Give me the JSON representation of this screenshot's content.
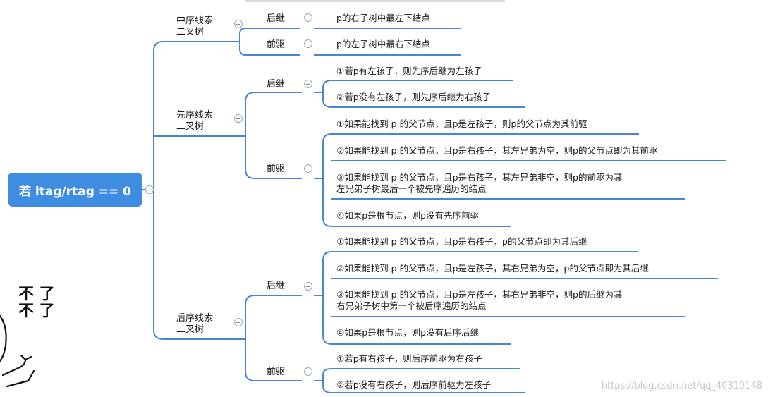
{
  "root": "若 ltag/rtag == 0",
  "branches": [
    {
      "label": "中序线索\n二叉树",
      "children": [
        {
          "label": "后继",
          "leaves": [
            "p的右子树中最左下结点"
          ]
        },
        {
          "label": "前驱",
          "leaves": [
            "p的左子树中最右下结点"
          ]
        }
      ]
    },
    {
      "label": "先序线索\n二叉树",
      "children": [
        {
          "label": "后继",
          "leaves": [
            "①若p有左孩子，则先序后继为左孩子",
            "②若p没有左孩子，则先序后继为右孩子"
          ]
        },
        {
          "label": "前驱",
          "leaves": [
            "①如果能找到 p 的父节点，且p是左孩子，则p的父节点为其前驱",
            "②如果能找到 p 的父节点，且p是右孩子，其左兄弟为空，则p的父节点即为其前驱",
            "③如果能找到 p 的父节点，且p是右孩子，其左兄弟非空，则p的前驱为其\n左兄弟子树最后一个被先序遍历的结点",
            "④如果p是根节点，则p没有先序前驱"
          ]
        }
      ]
    },
    {
      "label": "后序线索\n二叉树",
      "children": [
        {
          "label": "后继",
          "leaves": [
            "①如果能找到 p 的父节点，且p是右孩子，p的父节点即为其后继",
            "②如果能找到 p 的父节点，且p是左孩子，其右兄弟为空，p的父节点即为其后继",
            "③如果能找到 p 的父节点，且p是左孩子，其右兄弟非空，则p的后继为其\n右兄弟子树中第一个被后序遍历的结点",
            "④如果p是根节点，则p没有后序后继"
          ]
        },
        {
          "label": "前驱",
          "leaves": [
            "①若p有右孩子，则后序前驱为右孩子",
            "②若p没有右孩子，则后序前驱为左孩子"
          ]
        }
      ]
    }
  ],
  "doodle": "不 了\n不 了",
  "watermark": "https://blog.csdn.net/qq_40310148",
  "colors": {
    "accent": "#3f8de0",
    "line": "#4a86d8"
  }
}
